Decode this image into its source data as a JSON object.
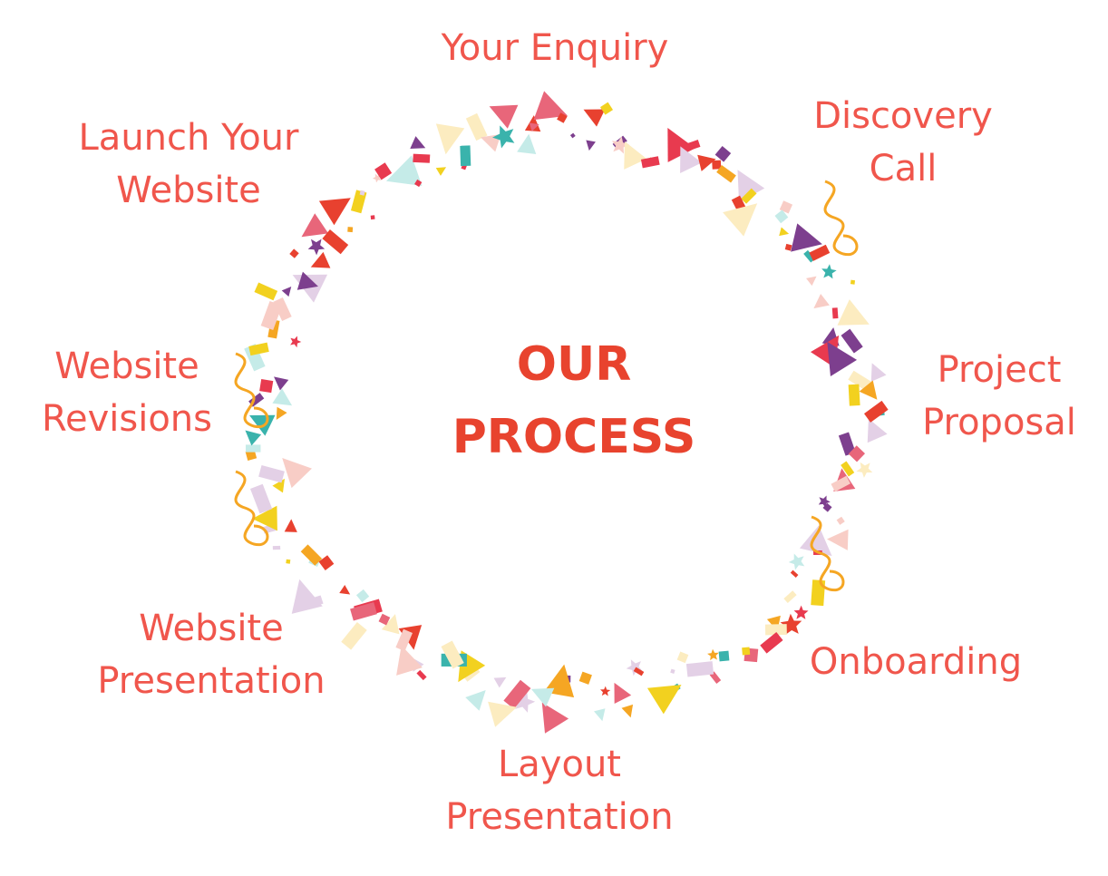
{
  "title": {
    "line1": "OUR",
    "line2": "PROCESS"
  },
  "steps": [
    {
      "id": "your-enquiry",
      "lines": [
        "Your Enquiry"
      ]
    },
    {
      "id": "discovery-call",
      "lines": [
        "Discovery",
        "Call"
      ]
    },
    {
      "id": "project-proposal",
      "lines": [
        "Project",
        "Proposal"
      ]
    },
    {
      "id": "onboarding",
      "lines": [
        "Onboarding"
      ]
    },
    {
      "id": "layout-presentation",
      "lines": [
        "Layout",
        "Presentation"
      ]
    },
    {
      "id": "website-presentation",
      "lines": [
        "Website",
        "Presentation"
      ]
    },
    {
      "id": "website-revisions",
      "lines": [
        "Website",
        "Revisions"
      ]
    },
    {
      "id": "launch-your-website",
      "lines": [
        "Launch Your",
        "Website"
      ]
    }
  ],
  "colors": {
    "label": "#f0564c",
    "title": "#e8432e",
    "confetti": [
      "#e8412f",
      "#e83a4f",
      "#f5a623",
      "#3ab3ac",
      "#7d3f8e",
      "#c5ebe8",
      "#f8cdc6",
      "#fcecc0",
      "#e3d0e6",
      "#f2d11f",
      "#e8667a"
    ]
  }
}
